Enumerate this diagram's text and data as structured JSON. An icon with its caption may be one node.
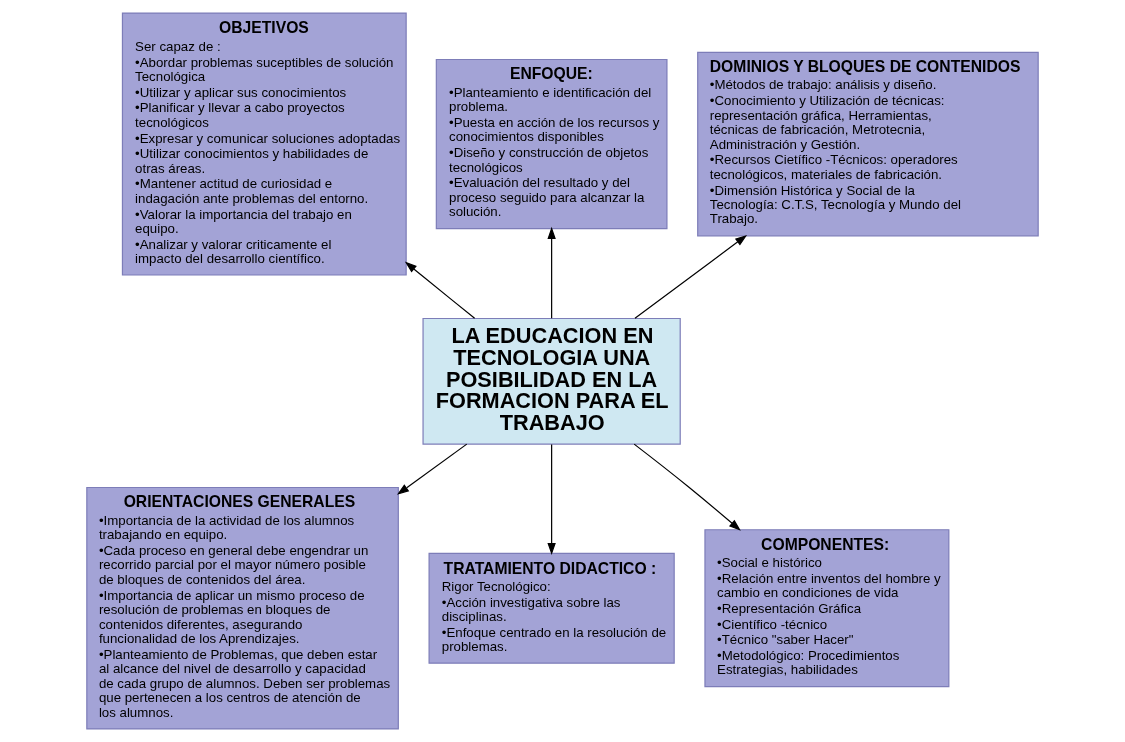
{
  "diagram": {
    "nodes": [
      {
        "text": [
          "LA EDUCACION EN TECNOLOGIA UNA POSIBILIDAD EN LA FORMACION PARA EL TRABAJO"
        ]
      },
      {
        "text": [
          "OBJETIVOS",
          "Ser capaz de :",
          "•Abordar problemas suceptibles de solución Tecnológica",
          "•Utilizar y aplicar sus conocimientos",
          "•Planificar y llevar a cabo proyectos tecnológicos",
          "•Expresar y comunicar soluciones adoptadas",
          "•Utilizar conocimientos y habilidades de otras áreas.",
          "•Mantener actitud de curiosidad e indagación ante problemas del entorno.",
          "•Valorar la importancia del trabajo en equipo.",
          "•Analizar y valorar criticamente el impacto del desarrollo científico."
        ]
      },
      {
        "text": [
          "ENFOQUE:",
          "•Planteamiento e identificación del problema.",
          "•Puesta en acción de los recursos y conocimientos disponibles",
          "•Diseño y construcción de objetos tecnológicos",
          "•Evaluación del resultado y del proceso seguido para alcanzar la solución."
        ]
      },
      {
        "text": [
          "DOMINIOS Y BLOQUES DE CONTENIDOS",
          "•Métodos de trabajo: análisis y diseño.",
          "•Conocimiento y Utilización de técnicas: representación gráfica, Herramientas, técnicas de fabricación, Metrotecnia, Administración y Gestión.",
          "•Recursos Cietífico -Técnicos: operadores tecnológicos, materiales de fabricación.",
          "•Dimensión Histórica y Social de la Tecnología: C.T.S, Tecnología y Mundo del Trabajo."
        ]
      },
      {
        "text": [
          "ORIENTACIONES GENERALES",
          "•Importancia de la actividad de los alumnos trabajando en equipo.",
          "•Cada proceso en general debe engendrar un recorrido parcial por el mayor número posible de bloques de contenidos del área.",
          "•Importancia de aplicar un mismo proceso de resolución de problemas en bloques de contenidos diferentes, asegurando funcionalidad de los Aprendizajes.",
          "•Planteamiento de Problemas, que deben estar al alcance del nivel de desarrollo y capacidad de cada grupo de alumnos. Deben ser problemas que pertenecen a los centros de atención de los alumnos."
        ]
      },
      {
        "text": [
          "TRATAMIENTO DIDACTICO :",
          "Rigor Tecnológico:",
          "•Acción investigativa sobre las disciplinas.",
          "•Enfoque centrado en la resolución de problemas."
        ]
      },
      {
        "text": [
          "COMPONENTES:",
          "•Social e histórico",
          "•Relación entre inventos del hombre y cambio en condiciones de vida",
          "•Representación Gráfica",
          "•Científico -técnico",
          "•Técnico \"saber Hacer\"",
          "•Metodológico: Procedimientos Estrategias, habilidades"
        ]
      }
    ],
    "edges": [
      {
        "from": 0,
        "to": 1,
        "arrow": "to"
      },
      {
        "from": 0,
        "to": 2,
        "arrow": "to"
      },
      {
        "from": 0,
        "to": 3,
        "arrow": "to"
      },
      {
        "from": 0,
        "to": 4,
        "arrow": "to"
      },
      {
        "from": 0,
        "to": 5,
        "arrow": "to"
      },
      {
        "from": 0,
        "to": 6,
        "arrow": "to"
      }
    ]
  }
}
